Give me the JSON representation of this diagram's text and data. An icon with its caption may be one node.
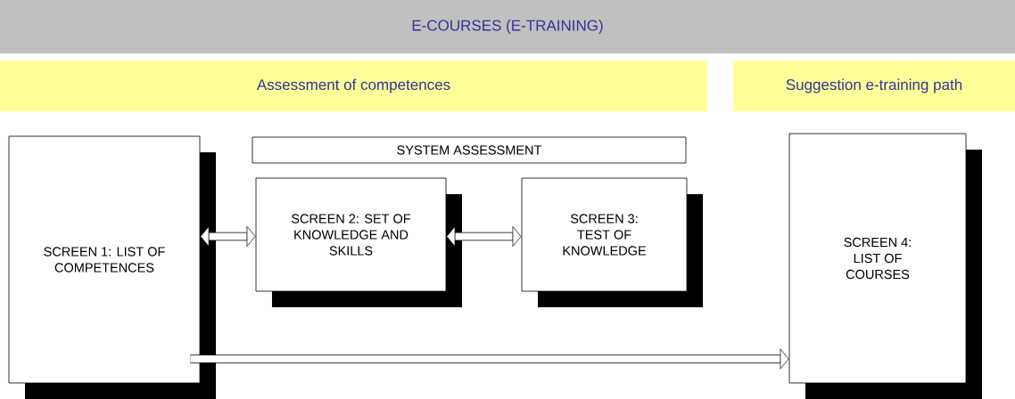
{
  "diagram": {
    "nodes": [
      {
        "text": [
          "E-COURSES (E-TRAINING)"
        ]
      },
      {
        "text": [
          "Assessment of competences"
        ]
      },
      {
        "text": [
          "Suggestion e-training path"
        ]
      },
      {
        "text": [
          "SYSTEM ASSESSMENT"
        ]
      },
      {
        "text": [
          "SCREEN 1: LIST OF COMPETENCES"
        ]
      },
      {
        "text": [
          "SCREEN 2: SET OF KNOWLEDGE AND SKILLS"
        ]
      },
      {
        "text": [
          "SCREEN 3: TEST OF KNOWLEDGE"
        ]
      },
      {
        "text": [
          "SCREEN 4: LIST OF COURSES"
        ]
      }
    ],
    "edges": [
      {
        "from": 4,
        "to": 5,
        "arrow": "both"
      },
      {
        "from": 5,
        "to": 6,
        "arrow": "both"
      },
      {
        "from": 4,
        "to": 7,
        "arrow": "to"
      }
    ]
  }
}
